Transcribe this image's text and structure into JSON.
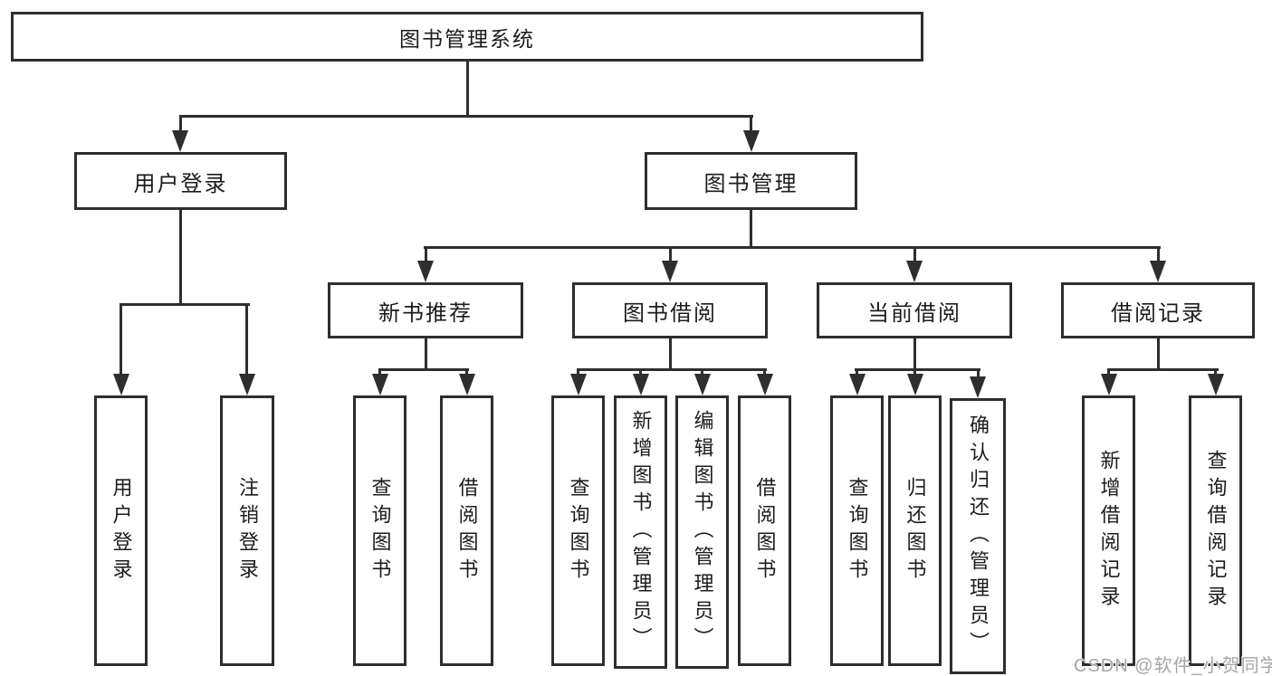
{
  "diagram": {
    "title": "图书管理系统",
    "hierarchy": {
      "label": "图书管理系统",
      "children": [
        {
          "label": "用户登录",
          "children": [
            {
              "label": "用户登录"
            },
            {
              "label": "注销登录"
            }
          ]
        },
        {
          "label": "图书管理",
          "children": [
            {
              "label": "新书推荐",
              "children": [
                {
                  "label": "查询图书"
                },
                {
                  "label": "借阅图书"
                }
              ]
            },
            {
              "label": "图书借阅",
              "children": [
                {
                  "label": "查询图书"
                },
                {
                  "label": "新增图书（管理员）"
                },
                {
                  "label": "编辑图书（管理员）"
                },
                {
                  "label": "借阅图书"
                }
              ]
            },
            {
              "label": "当前借阅",
              "children": [
                {
                  "label": "查询图书"
                },
                {
                  "label": "归还图书"
                },
                {
                  "label": "确认归还（管理员）"
                }
              ]
            },
            {
              "label": "借阅记录",
              "children": [
                {
                  "label": "新增借阅记录"
                },
                {
                  "label": "查询借阅记录"
                }
              ]
            }
          ]
        }
      ]
    },
    "colors": {
      "line": "#2e2e2e",
      "box_border": "#2e2e2e",
      "box_fill": "#ffffff",
      "text": "#1c1c1c",
      "watermark": "#a6a6a6",
      "background": "#ffffff"
    }
  },
  "watermark": {
    "text": "CSDN @软件_小贺同学"
  }
}
